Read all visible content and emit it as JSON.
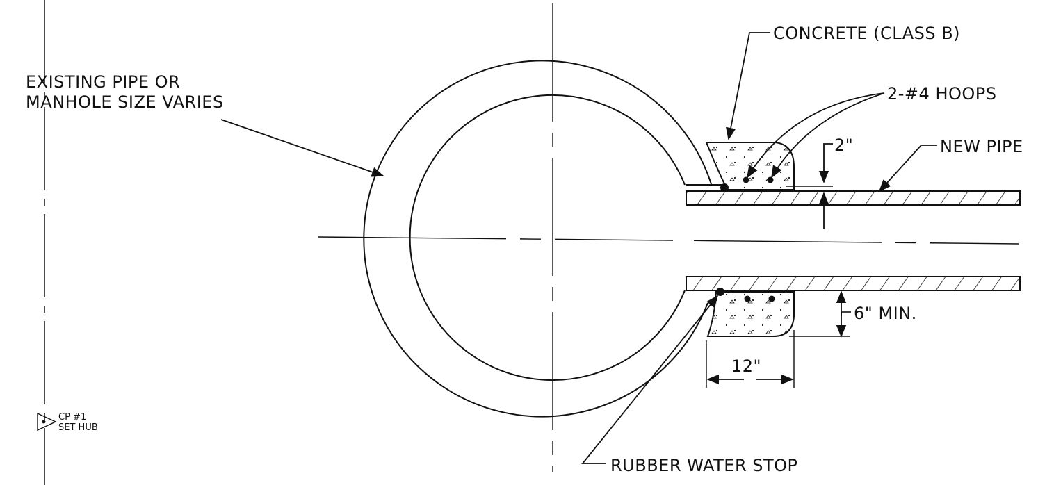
{
  "labels": {
    "existing_pipe_line1": "EXISTING PIPE OR",
    "existing_pipe_line2": "MANHOLE SIZE VARIES",
    "concrete": "CONCRETE (CLASS B)",
    "hoops": "2-#4 HOOPS",
    "dim_2": "2\"",
    "new_pipe": "NEW PIPE",
    "dim_6_min": "6\" MIN.",
    "dim_12": "12\"",
    "rubber_water_stop": "RUBBER WATER STOP",
    "cp_line1": "CP #1",
    "cp_line2": "SET HUB"
  },
  "colors": {
    "line": "#111111",
    "background": "#ffffff"
  }
}
